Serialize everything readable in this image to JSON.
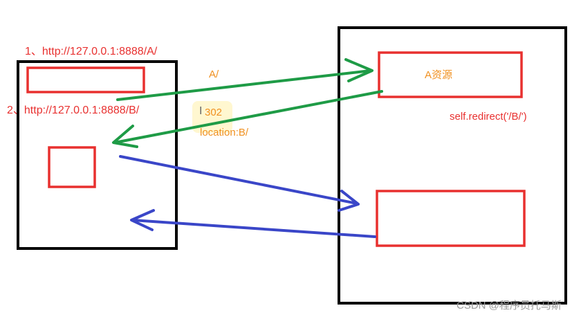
{
  "labels": {
    "url_a": "1、http://127.0.0.1:8888/A/",
    "url_b": "2、http://127.0.0.1:8888/B/",
    "arrow_a": "A/",
    "status_code": "302",
    "location": "location:B/",
    "resource_a": "A资源",
    "redirect_call": "self.redirect('/B/')",
    "watermark": "CSDN @程序员托马斯"
  },
  "colors": {
    "box_black": "#000000",
    "box_red": "#e8302f",
    "arrow_green": "#1e9b46",
    "arrow_blue": "#3a46c8",
    "text_orange": "#f0901f",
    "text_red": "#e8302f"
  }
}
